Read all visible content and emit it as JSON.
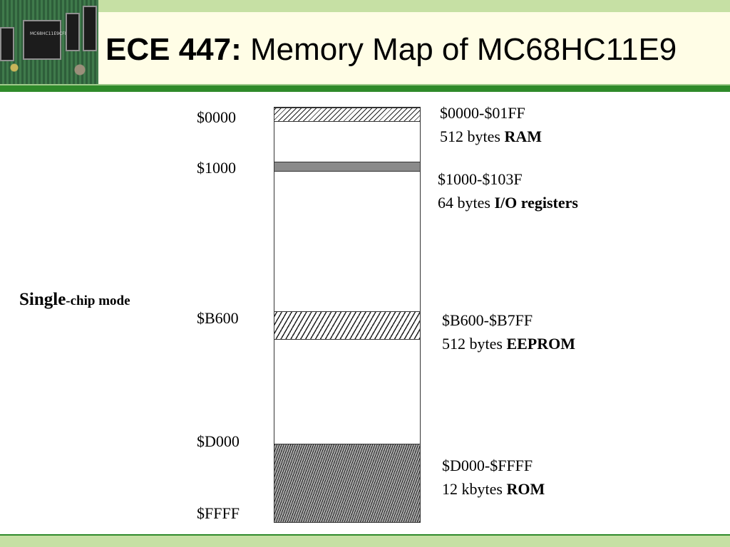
{
  "header": {
    "title_bold": "ECE 447:",
    "title_rest": " Memory Map of MC68HC11E9"
  },
  "board_image": {
    "chip_label": "MC68HC11E9CFN2"
  },
  "mode_label": {
    "big": "Single",
    "small": "-chip mode"
  },
  "addresses": {
    "a0000": "$0000",
    "a1000": "$1000",
    "aB600": "$B600",
    "aD000": "$D000",
    "aFFFF": "$FFFF"
  },
  "segments": {
    "ram": {
      "range": "$0000-$01FF",
      "size": "512 bytes ",
      "name": "RAM"
    },
    "io": {
      "range": "$1000-$103F",
      "size": "64 bytes ",
      "name": "I/O registers"
    },
    "eeprom": {
      "range": "$B600-$B7FF",
      "size": "512 bytes ",
      "name": "EEPROM"
    },
    "rom": {
      "range": "$D000-$FFFF",
      "size": "12 kbytes ",
      "name": "ROM"
    }
  },
  "colors": {
    "header_band": "#c6e0a4",
    "header_rule": "#2f8a2a",
    "header_bg": "#fffde6",
    "io_fill": "#8a8a8a"
  }
}
